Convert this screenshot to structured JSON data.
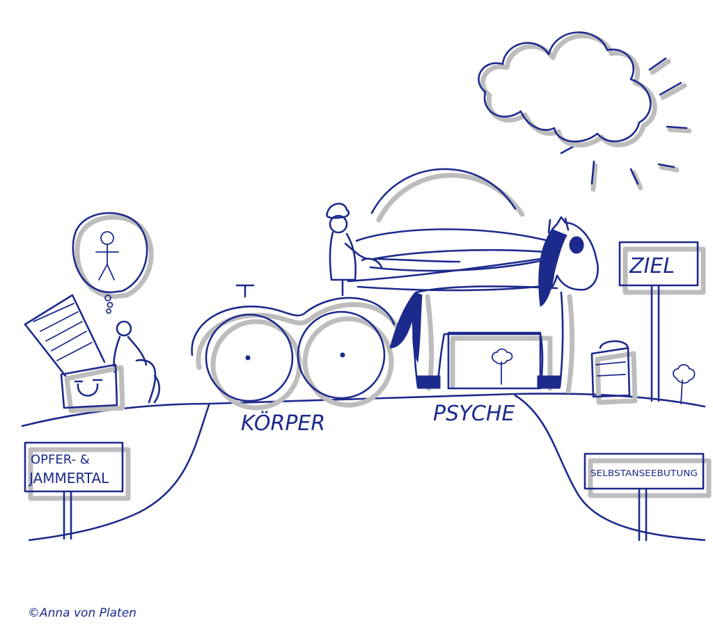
{
  "labels": {
    "body": "KÖRPER",
    "psyche": "PSYCHE",
    "goal": "ZIEL",
    "left_sign_line1": "OPFER- &",
    "left_sign_line2": "JAMMERTAL",
    "right_sign": "SELBSTANSEEBUTUNG"
  },
  "copyright": "©Anna von Platen",
  "colors": {
    "ink": "#1c2a8c",
    "shadow": "#bdbdbd",
    "background": "#ffffff"
  }
}
